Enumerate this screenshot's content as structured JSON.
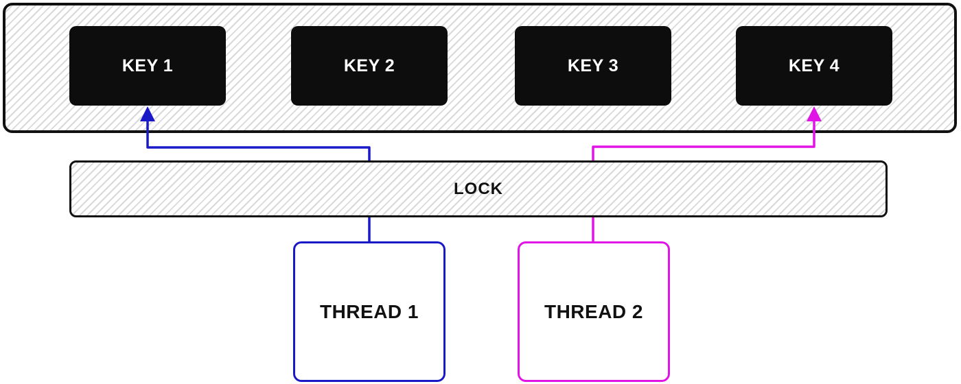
{
  "keys_container": {
    "keys": [
      {
        "label": "KEY 1"
      },
      {
        "label": "KEY 2"
      },
      {
        "label": "KEY 3"
      },
      {
        "label": "KEY 4"
      }
    ]
  },
  "lock": {
    "label": "LOCK"
  },
  "threads": [
    {
      "label": "THREAD 1",
      "color": "#1919c8"
    },
    {
      "label": "THREAD 2",
      "color": "#e114e6"
    }
  ],
  "connections": [
    {
      "from": "THREAD 1",
      "to": "KEY 1",
      "via": "LOCK",
      "color": "#1919c8"
    },
    {
      "from": "THREAD 2",
      "to": "KEY 4",
      "via": "LOCK",
      "color": "#e114e6"
    }
  ],
  "colors": {
    "key_box_fill": "#0d0d0d",
    "key_text": "#ffffff",
    "outline": "#111111",
    "hatch_stripe": "#d9d9d9",
    "background": "#ffffff"
  }
}
